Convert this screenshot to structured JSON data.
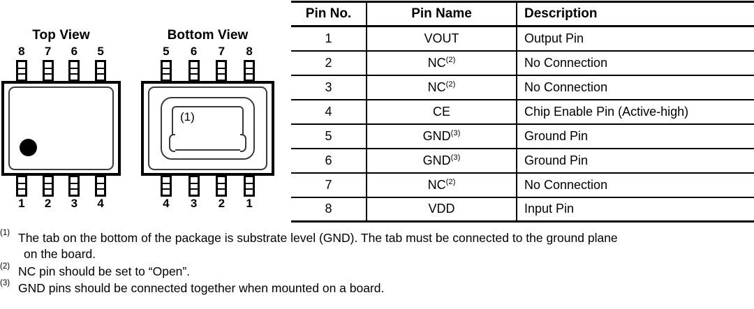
{
  "diagrams": {
    "top_view": {
      "title": "Top View",
      "pins_top": [
        "8",
        "7",
        "6",
        "5"
      ],
      "pins_bottom": [
        "1",
        "2",
        "3",
        "4"
      ],
      "pin1_marker": "dot"
    },
    "bottom_view": {
      "title": "Bottom View",
      "pins_top": [
        "5",
        "6",
        "7",
        "8"
      ],
      "pins_bottom": [
        "4",
        "3",
        "2",
        "1"
      ],
      "pad_note": "(1)"
    }
  },
  "table": {
    "headers": [
      "Pin No.",
      "Pin Name",
      "Description"
    ],
    "rows": [
      {
        "no": "1",
        "name": "VOUT",
        "sup": "",
        "desc": "Output Pin"
      },
      {
        "no": "2",
        "name": "NC",
        "sup": "(2)",
        "desc": "No Connection"
      },
      {
        "no": "3",
        "name": "NC",
        "sup": "(2)",
        "desc": "No Connection"
      },
      {
        "no": "4",
        "name": "CE",
        "sup": "",
        "desc": "Chip Enable Pin (Active-high)"
      },
      {
        "no": "5",
        "name": "GND",
        "sup": "(3)",
        "desc": "Ground Pin"
      },
      {
        "no": "6",
        "name": "GND",
        "sup": "(3)",
        "desc": "Ground Pin"
      },
      {
        "no": "7",
        "name": "NC",
        "sup": "(2)",
        "desc": "No Connection"
      },
      {
        "no": "8",
        "name": "VDD",
        "sup": "",
        "desc": "Input Pin"
      }
    ]
  },
  "footnotes": [
    {
      "marker": "(1)",
      "text": "The tab on the bottom of the package is substrate level (GND). The tab must be connected to the ground plane",
      "continuation": "on the board."
    },
    {
      "marker": "(2)",
      "text": "NC pin should be set to “Open”.",
      "continuation": ""
    },
    {
      "marker": "(3)",
      "text": "GND pins should be connected together when mounted on a board.",
      "continuation": ""
    }
  ],
  "colors": {
    "ink": "#000000",
    "outline_gray": "#3a3a3a",
    "background": "#ffffff"
  }
}
